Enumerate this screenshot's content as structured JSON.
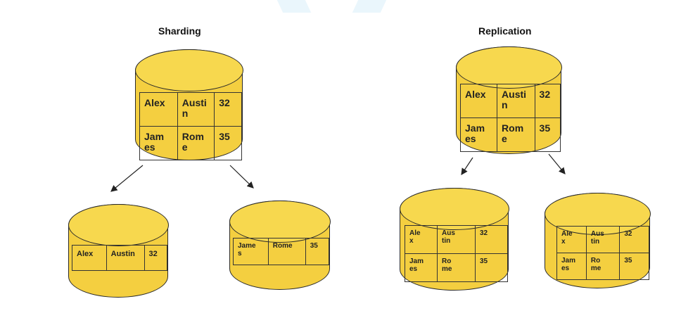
{
  "sharding": {
    "title": "Sharding",
    "source": [
      [
        "Alex",
        "Austi\nn",
        "32"
      ],
      [
        "Jam\nes",
        "Rom\ne",
        "35"
      ]
    ],
    "shard_a": [
      [
        "Alex",
        "Austin",
        "32"
      ]
    ],
    "shard_b": [
      [
        "Jame\ns",
        "Rome",
        "35"
      ]
    ]
  },
  "replication": {
    "title": "Replication",
    "source": [
      [
        "Alex",
        "Austi\nn",
        "32"
      ],
      [
        "Jam\nes",
        "Rom\ne",
        "35"
      ]
    ],
    "replica_a": [
      [
        "Ale\nx",
        "Aus\ntin",
        "32"
      ],
      [
        "Jam\nes",
        "Ro\nme",
        "35"
      ]
    ],
    "replica_b": [
      [
        "Ale\nx",
        "Aus\ntin",
        "32"
      ],
      [
        "Jam\nes",
        "Ro\nme",
        "35"
      ]
    ]
  },
  "colors": {
    "db_fill": "#f4cf40",
    "db_top": "#f7d84e",
    "stroke": "#2a2a2a"
  }
}
